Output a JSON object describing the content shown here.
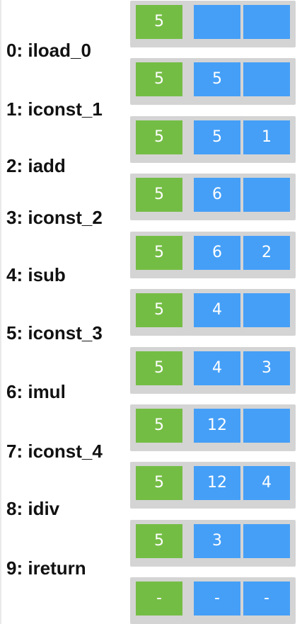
{
  "colors": {
    "local_variable_cell": "#74bd45",
    "operand_stack_cell": "#459ff7",
    "frame_background": "#d4d4d4",
    "instruction_text": "#111111",
    "cell_text": "#ffffff"
  },
  "instructions": [
    "0: iload_0",
    "1: iconst_1",
    "2: iadd",
    "3: iconst_2",
    "4: isub",
    "5: iconst_3",
    "6: imul",
    "7: iconst_4",
    "8: idiv",
    "9: ireturn"
  ],
  "states": [
    {
      "local": "5",
      "stack": [
        "",
        ""
      ]
    },
    {
      "local": "5",
      "stack": [
        "5",
        ""
      ]
    },
    {
      "local": "5",
      "stack": [
        "5",
        "1"
      ]
    },
    {
      "local": "5",
      "stack": [
        "6",
        ""
      ]
    },
    {
      "local": "5",
      "stack": [
        "6",
        "2"
      ]
    },
    {
      "local": "5",
      "stack": [
        "4",
        ""
      ]
    },
    {
      "local": "5",
      "stack": [
        "4",
        "3"
      ]
    },
    {
      "local": "5",
      "stack": [
        "12",
        ""
      ]
    },
    {
      "local": "5",
      "stack": [
        "12",
        "4"
      ]
    },
    {
      "local": "5",
      "stack": [
        "3",
        ""
      ]
    },
    {
      "local": "-",
      "stack": [
        "-",
        "-"
      ]
    }
  ]
}
